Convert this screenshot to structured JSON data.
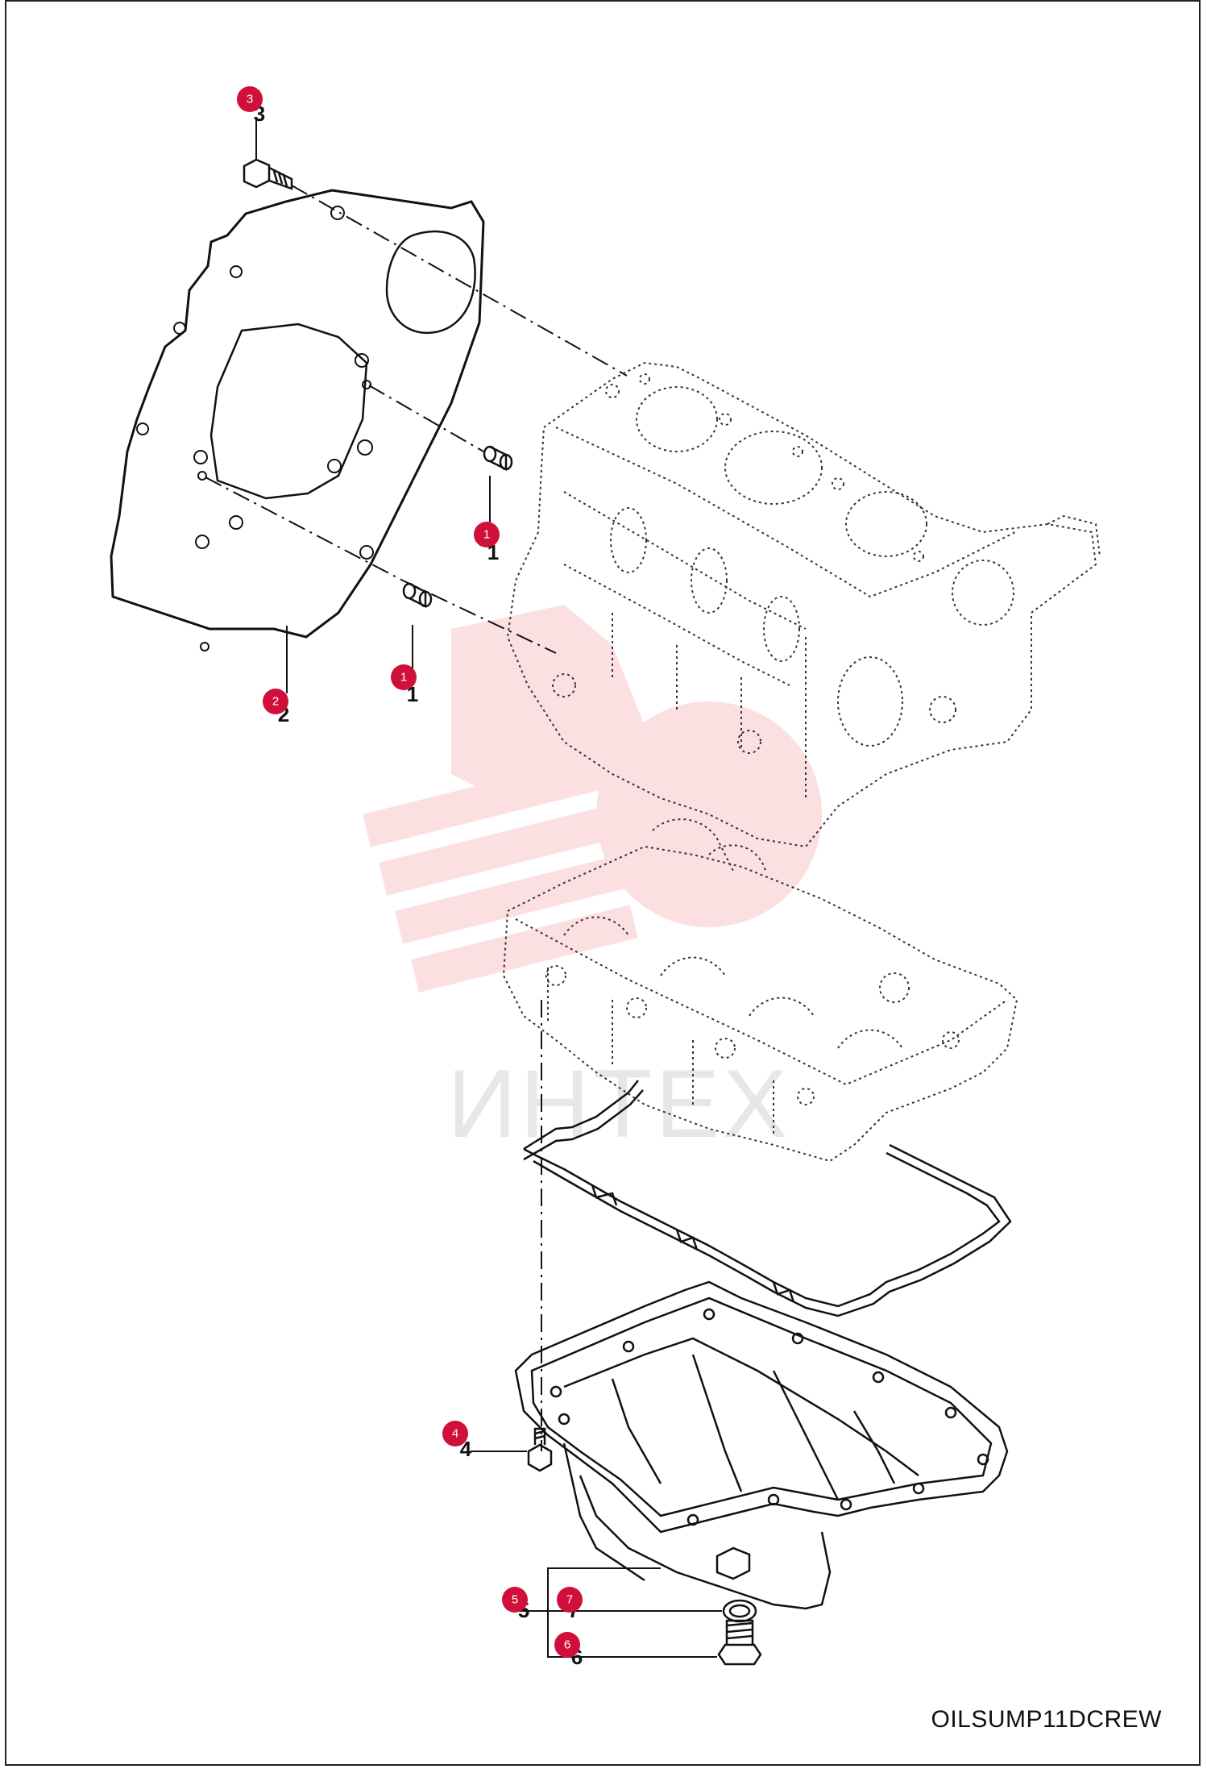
{
  "watermark": "ИНТЕХ",
  "caption": "OILSUMP11DCREW",
  "callouts": [
    {
      "id": "callout-3",
      "label": "3"
    },
    {
      "id": "callout-1a",
      "label": "1"
    },
    {
      "id": "callout-2",
      "label": "2"
    },
    {
      "id": "callout-1b",
      "label": "1"
    },
    {
      "id": "callout-4",
      "label": "4"
    },
    {
      "id": "callout-5",
      "label": "5"
    },
    {
      "id": "callout-7",
      "label": "7"
    },
    {
      "id": "callout-6",
      "label": "6"
    }
  ],
  "colors": {
    "badge": "#d0103a",
    "line": "#111111",
    "dotted": "#333333",
    "watermark": "#e8404a"
  }
}
